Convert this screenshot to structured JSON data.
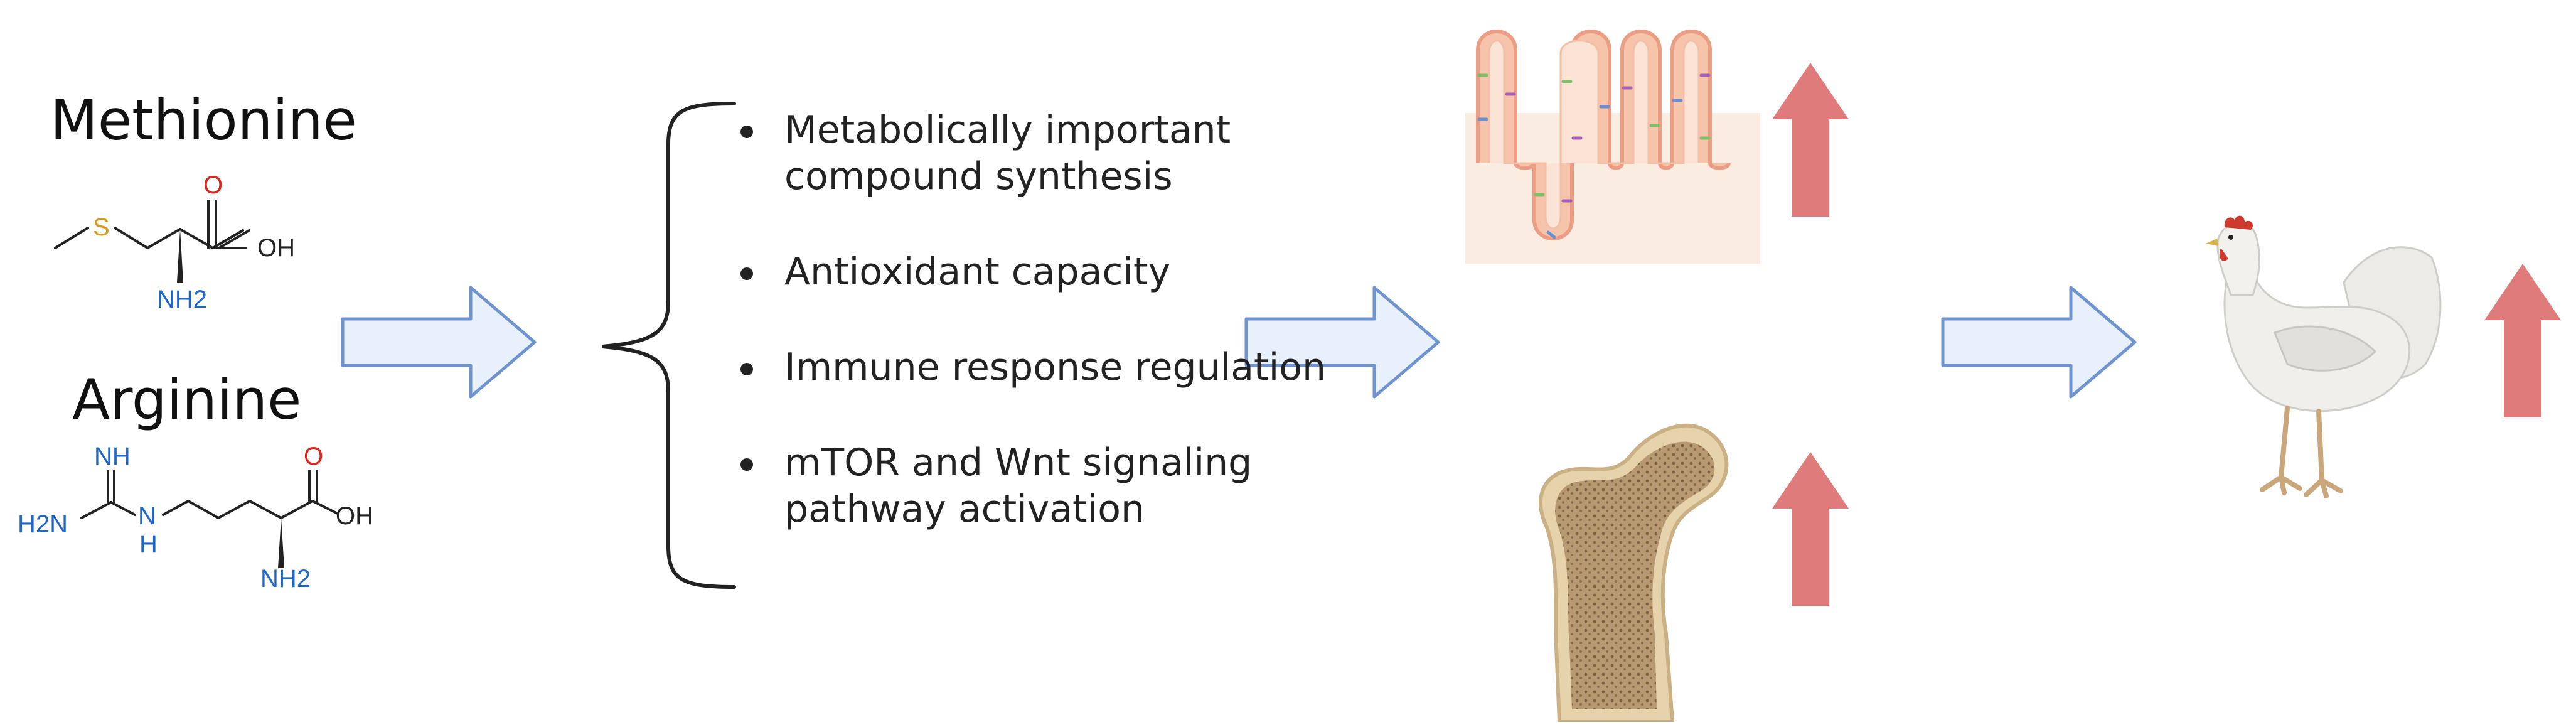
{
  "molecules": {
    "methionine": {
      "name": "Methionine",
      "atoms": {
        "s": "S",
        "o": "O",
        "oh": "OH",
        "nh2": "NH2"
      }
    },
    "arginine": {
      "name": "Arginine",
      "atoms": {
        "nh": "NH",
        "h2n": "H2N",
        "n": "N",
        "h": "H",
        "o": "O",
        "oh": "OH",
        "nh2": "NH2"
      }
    }
  },
  "effects": [
    "Metabolically important compound synthesis",
    "Antioxidant capacity",
    "Immune response regulation",
    "mTOR and Wnt signaling pathway activation"
  ],
  "outcomes": [
    {
      "icon": "intestinal-villi-icon",
      "trend": "increase"
    },
    {
      "icon": "femur-bone-icon",
      "trend": "increase"
    },
    {
      "icon": "hen-icon",
      "trend": "increase"
    }
  ],
  "colors": {
    "flow_arrow_fill": "#e8f0fb",
    "flow_arrow_stroke": "#6f93cf",
    "increase_arrow": "#e07b7b",
    "sulfur": "#d9961c",
    "oxygen": "#e0241c",
    "nitrogen": "#1f66c8"
  }
}
